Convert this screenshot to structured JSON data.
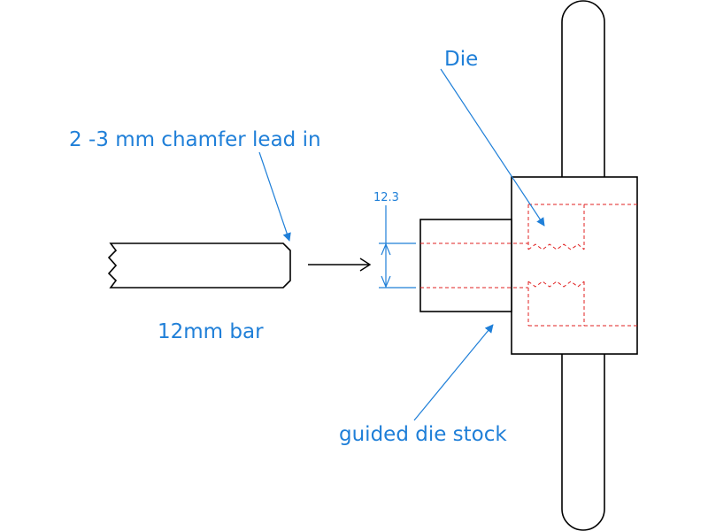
{
  "diagram": {
    "labels": {
      "chamfer": "2 -3 mm chamfer lead in",
      "bar": "12mm bar",
      "die": "Die",
      "dimension": "12.3",
      "die_stock": "guided die stock"
    },
    "colors": {
      "annotation": "#1f7fd8",
      "outline": "#000000",
      "hidden_line": "#e02020",
      "background": "#ffffff"
    }
  }
}
